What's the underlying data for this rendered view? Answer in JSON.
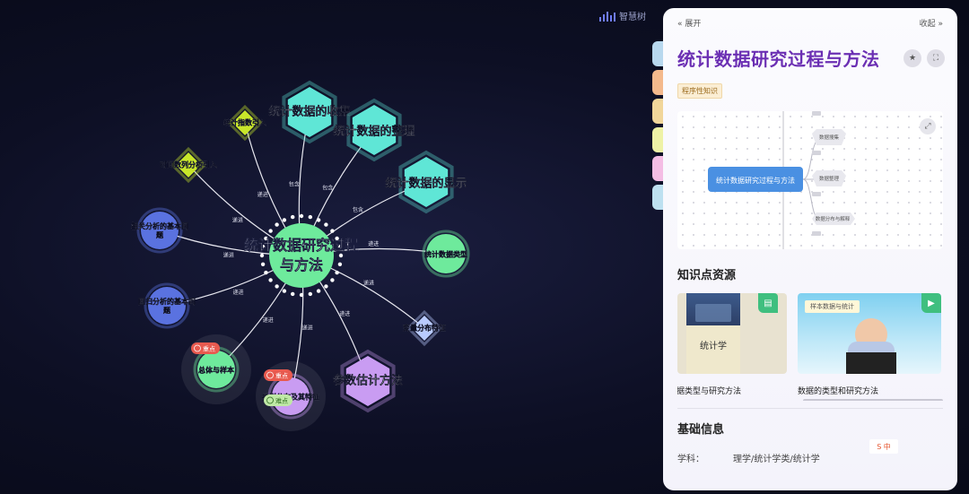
{
  "brand": {
    "name": "智慧树"
  },
  "graph": {
    "center": "统计数据研究过程\n与方法",
    "nodes": [
      {
        "id": "collect",
        "label": "统计数据的收集",
        "shape": "hex",
        "color": "#5fe6d6",
        "edge": "包含"
      },
      {
        "id": "organize",
        "label": "统计数据的整理",
        "shape": "hex",
        "color": "#5fe6d6",
        "edge": "包含"
      },
      {
        "id": "display",
        "label": "统计数据的显示",
        "shape": "hex",
        "color": "#5fe6d6",
        "edge": "包含"
      },
      {
        "id": "index",
        "label": "统计指数引入",
        "shape": "diamond",
        "color": "#c8e62a",
        "edge": "递进"
      },
      {
        "id": "timeseries",
        "label": "时间数列分析引入",
        "shape": "diamond",
        "color": "#c8e62a",
        "edge": "递进"
      },
      {
        "id": "correlation",
        "label": "相关分析的基本问题",
        "shape": "circle",
        "color": "#5a72e0",
        "edge": "递进"
      },
      {
        "id": "regression",
        "label": "回归分析的基本问题",
        "shape": "circle",
        "color": "#5a72e0",
        "edge": "递进"
      },
      {
        "id": "datatype",
        "label": "统计数据类型",
        "shape": "circle",
        "color": "#6eea9c",
        "edge": "递进"
      },
      {
        "id": "population",
        "label": "总体与样本",
        "shape": "circle",
        "color": "#6eea9c",
        "edge": "递进",
        "tags": [
          "重点"
        ]
      },
      {
        "id": "sampling",
        "label": "抽样分布及其特征",
        "shape": "circle",
        "color": "#c99cf2",
        "edge": "递进",
        "tags": [
          "重点",
          "难点"
        ]
      },
      {
        "id": "estimation",
        "label": "参数估计方法",
        "shape": "hex",
        "color": "#c99cf2",
        "edge": "递进"
      },
      {
        "id": "distribution",
        "label": "变量分布特征",
        "shape": "diamond",
        "color": "#b9cbff",
        "edge": "递进"
      }
    ]
  },
  "panel": {
    "expand_label": "展开",
    "collapse_label": "收起",
    "title": "统计数据研究过程与方法",
    "tag": "程序性知识",
    "preview": {
      "center": "统计数据研究过程与方法",
      "branches": [
        "数据搜集",
        "数据整理",
        "数据分布与解释"
      ]
    },
    "resources_title": "知识点资源",
    "resources": [
      {
        "caption": "数据类型与研究方法",
        "thumb_text": "统计学",
        "badge": "book"
      },
      {
        "caption": "数据的类型和研究方法",
        "thumb_text": "样本数据与统计",
        "badge": "video"
      }
    ],
    "basic_info_title": "基础信息",
    "subject_key": "学科：",
    "subject_value": "理学/统计学类/统计学",
    "watermark": "S 中"
  },
  "colors": {
    "accent": "#6b2fb3",
    "tag_bg": "#fbeed4",
    "primary_node": "#4a90e2"
  }
}
